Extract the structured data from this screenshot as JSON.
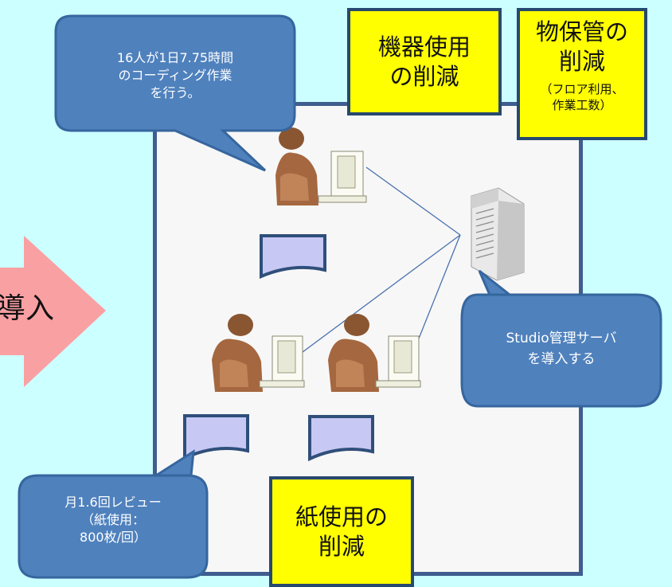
{
  "arrow_label": "導入",
  "bubbles": {
    "top_left": [
      "16人が1日7.75時間",
      "のコーディング作業",
      "を行う。"
    ],
    "server": [
      "Studio管理サーバ",
      "を導入する"
    ],
    "bottom_left": [
      "月1.6回レビュー",
      "（紙使用：",
      "800枚/回）"
    ]
  },
  "boxes": {
    "equipment": [
      "機器使用",
      "の削減"
    ],
    "storage": {
      "title": [
        "物保管の",
        "削減"
      ],
      "detail": [
        "（フロア利用、",
        "作業工数）"
      ]
    },
    "paper": [
      "紙使用の",
      "削減"
    ]
  },
  "colors": {
    "background": "#ccffff",
    "arrow": "#f9a0a3",
    "bubble": "#4f81bd",
    "highlight": "#ffff00",
    "border": "#3f5d8f"
  },
  "icons": [
    "person-at-computer-icon",
    "server-icon",
    "document-icon"
  ]
}
